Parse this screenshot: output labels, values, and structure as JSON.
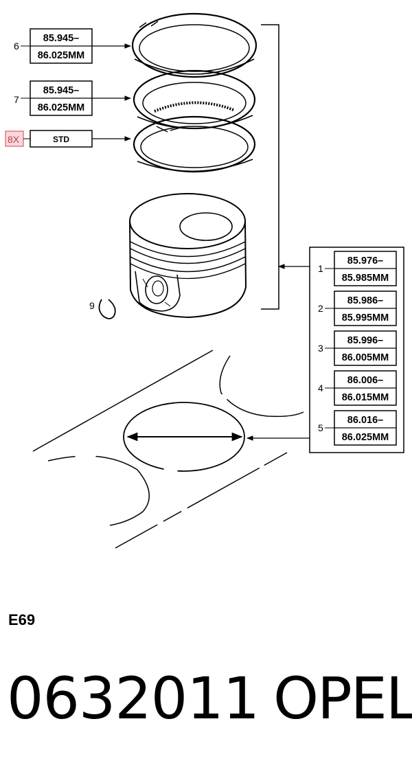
{
  "callouts": {
    "c1": "1",
    "c2": "2",
    "c3": "3",
    "c4": "4",
    "c5": "5",
    "c6": "6",
    "c7": "7",
    "c8": "8X",
    "c9": "9"
  },
  "ring_labels": {
    "ring6": [
      "85.945–",
      "86.025MM"
    ],
    "ring7": [
      "85.945–",
      "86.025MM"
    ],
    "ring8": "STD"
  },
  "piston_sizes": [
    {
      "callout": "1",
      "line1": "85.976–",
      "line2": "85.985MM"
    },
    {
      "callout": "2",
      "line1": "85.986–",
      "line2": "85.995MM"
    },
    {
      "callout": "3",
      "line1": "85.996–",
      "line2": "86.005MM"
    },
    {
      "callout": "4",
      "line1": "86.006–",
      "line2": "86.015MM"
    },
    {
      "callout": "5",
      "line1": "86.016–",
      "line2": "86.025MM"
    }
  ],
  "footer": {
    "code": "E69",
    "part_number": "0632011",
    "brand": "OPEL"
  },
  "colors": {
    "ink": "#000000",
    "highlight_fill": "#f8d8dc",
    "highlight_stroke": "#e05a6a"
  }
}
